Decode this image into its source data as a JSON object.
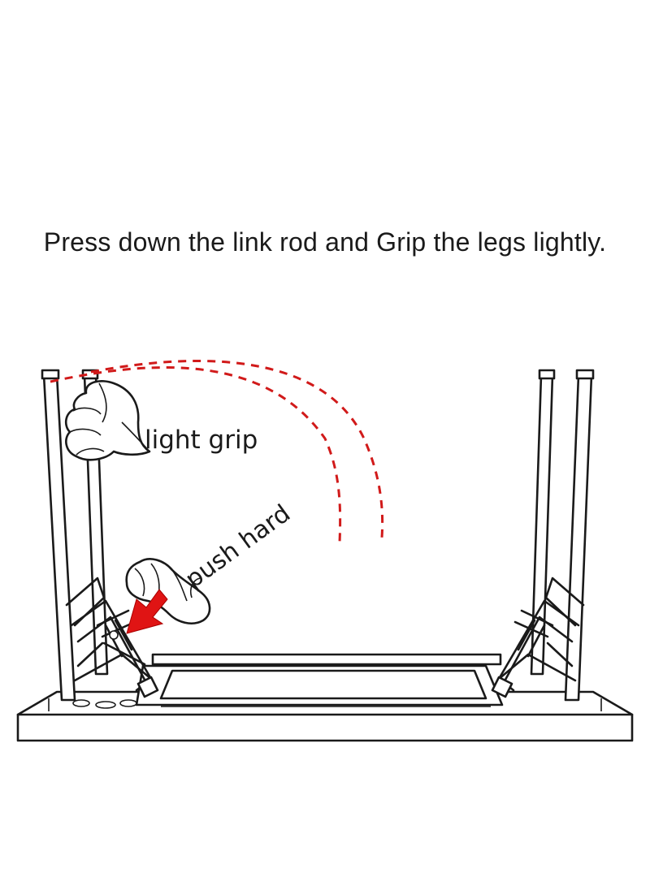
{
  "instruction": "Press down the link rod and Grip the legs lightly.",
  "labels": {
    "light_grip": "light grip",
    "push_hard": "push hard"
  },
  "colors": {
    "arrow": "#e01414",
    "dashed_path": "#d11a1a",
    "line_art": "#1a1a1a"
  },
  "icons": [
    "hand-grip-icon",
    "hand-push-icon",
    "arrow-icon"
  ]
}
